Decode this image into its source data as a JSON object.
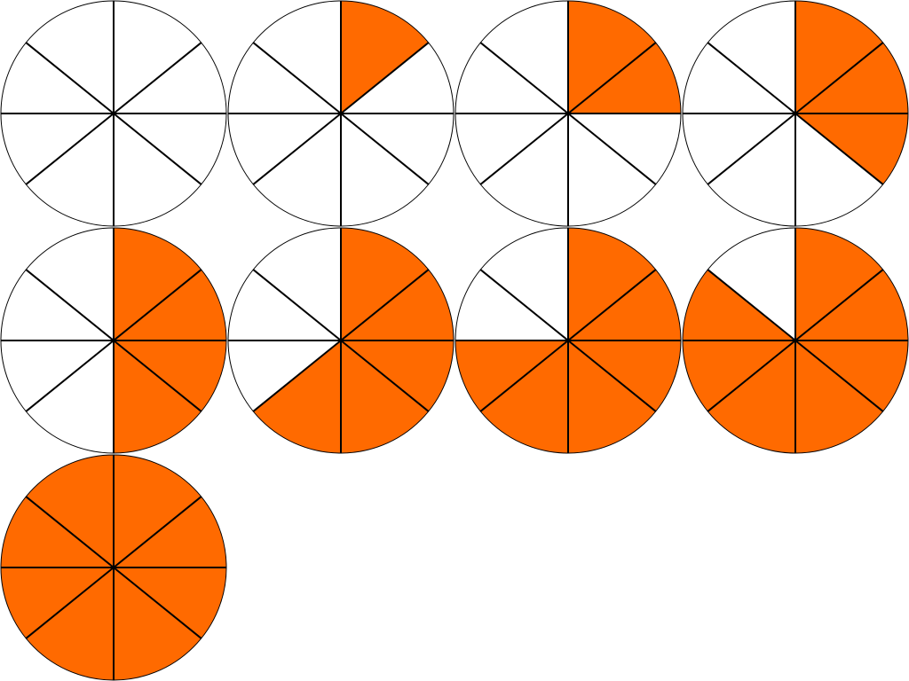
{
  "colors": {
    "fill": "#FF6A00",
    "empty": "#FFFFFF",
    "radial_line": "#000000",
    "outline": "#000000",
    "background": "#FFFFFF"
  },
  "fraction_circles": {
    "sectors_per_circle": 8,
    "circles": [
      {
        "shaded": 0
      },
      {
        "shaded": 1
      },
      {
        "shaded": 2
      },
      {
        "shaded": 3
      },
      {
        "shaded": 4
      },
      {
        "shaded": 5
      },
      {
        "shaded": 6
      },
      {
        "shaded": 7
      },
      {
        "shaded": 8
      }
    ]
  }
}
